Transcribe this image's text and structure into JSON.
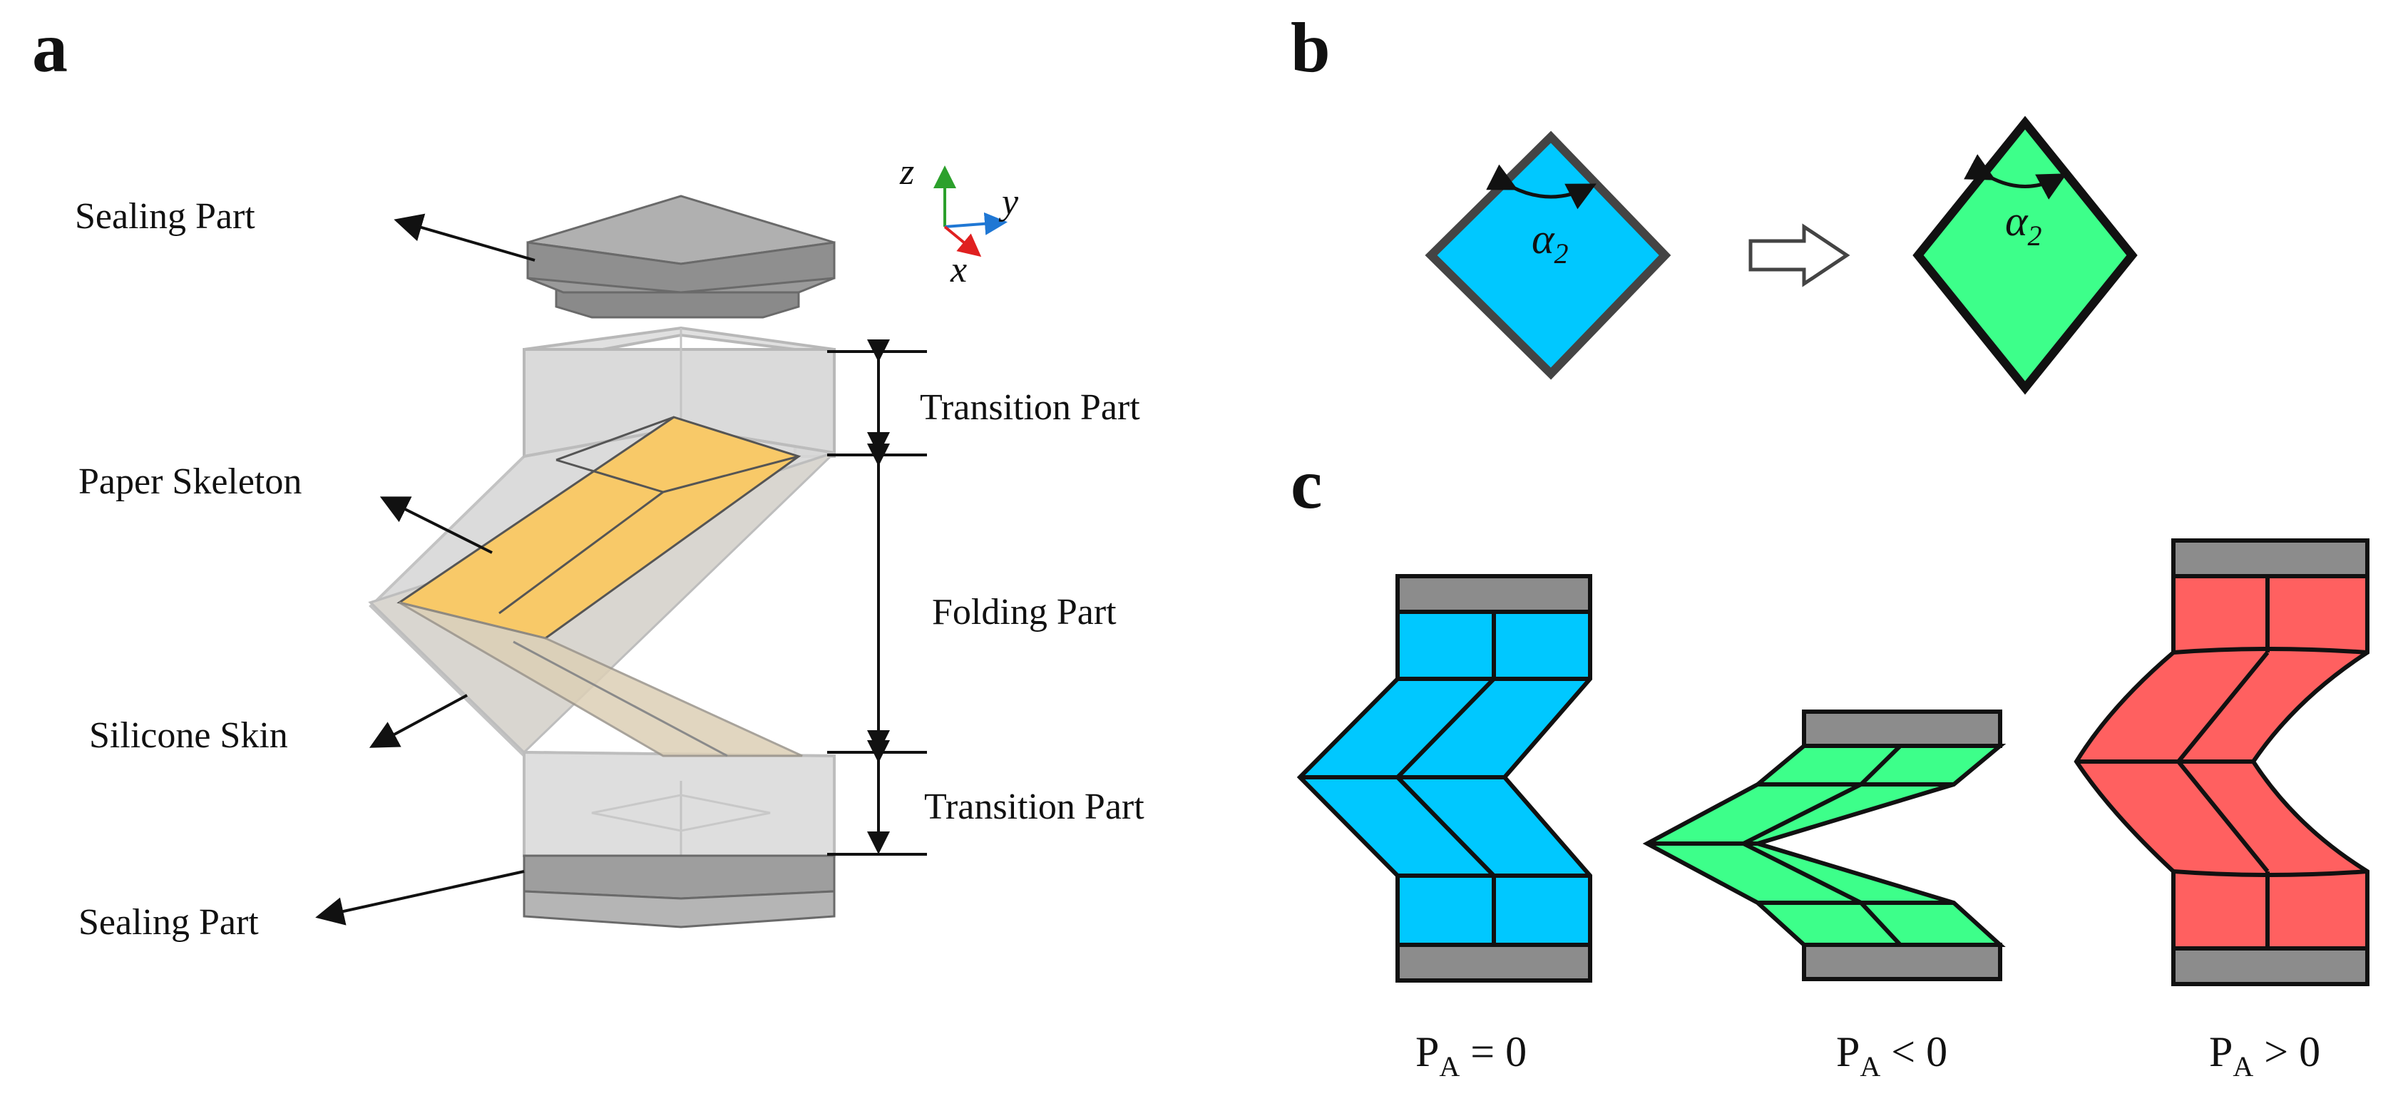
{
  "panels": {
    "a": "a",
    "b": "b",
    "c": "c"
  },
  "panel_a": {
    "labels": {
      "sealing_top": "Sealing Part",
      "paper_skeleton": "Paper Skeleton",
      "silicone_skin": "Silicone Skin",
      "sealing_bottom": "Sealing Part",
      "transition_top": "Transition Part",
      "folding": "Folding Part",
      "transition_bottom": "Transition Part"
    },
    "axes": {
      "z": "z",
      "y": "y",
      "x": "x"
    },
    "axis_colors": {
      "z": "#2ca02c",
      "y": "#1f77d4",
      "x": "#e02020"
    }
  },
  "panel_b": {
    "angle_symbol": "α",
    "angle_subscript": "2",
    "colors": {
      "before": "#00c8ff",
      "after": "#3dff8a"
    }
  },
  "panel_c": {
    "conditions": [
      {
        "P": "P",
        "sub": "A",
        "rel": " = 0"
      },
      {
        "P": "P",
        "sub": "A",
        "rel": " < 0"
      },
      {
        "P": "P",
        "sub": "A",
        "rel": " > 0"
      }
    ],
    "colors": {
      "zero": "#00c8ff",
      "negative": "#3dff8a",
      "positive": "#ff6060",
      "cap": "#8c8c8c"
    }
  }
}
